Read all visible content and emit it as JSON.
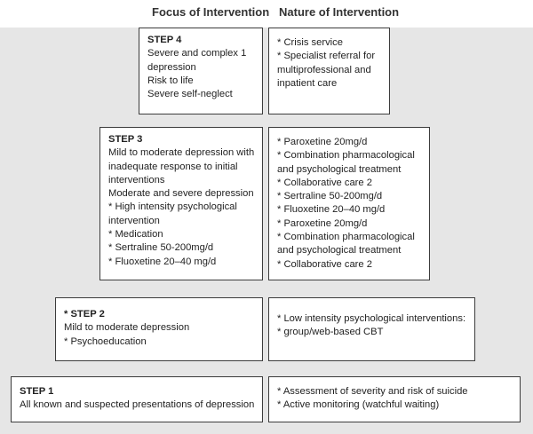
{
  "headers": {
    "focus": "Focus of Intervention",
    "nature": "Nature of Intervention"
  },
  "steps": [
    {
      "title": "STEP 4",
      "focus": [
        "Severe and complex 1",
        "depression",
        "Risk to life",
        "Severe self-neglect"
      ],
      "nature": [
        "* Crisis service",
        "* Specialist referral for",
        "multiprofessional and",
        "inpatient care"
      ]
    },
    {
      "title": "STEP 3",
      "focus": [
        "Mild to moderate depression with",
        "inadequate response to initial",
        "interventions",
        "Moderate and severe depression",
        "* High intensity psychological",
        "intervention",
        "* Medication",
        "* Sertraline 50-200mg/d",
        "* Fluoxetine 20–40 mg/d"
      ],
      "nature": [
        "* Paroxetine 20mg/d",
        "* Combination pharmacological",
        "and psychological treatment",
        "* Collaborative care 2",
        "* Sertraline 50-200mg/d",
        "* Fluoxetine 20–40 mg/d",
        "* Paroxetine 20mg/d",
        "* Combination pharmacological",
        "and psychological treatment",
        "* Collaborative care 2"
      ]
    },
    {
      "title": "* STEP 2",
      "focus": [
        "Mild to moderate depression",
        "* Psychoeducation"
      ],
      "nature": [
        "* Low intensity psychological interventions:",
        "* group/web-based CBT"
      ]
    },
    {
      "title": "STEP 1",
      "focus": [
        "All known and suspected presentations of depression"
      ],
      "nature": [
        "* Assessment of severity and risk of suicide",
        "* Active monitoring (watchful waiting)"
      ]
    }
  ]
}
